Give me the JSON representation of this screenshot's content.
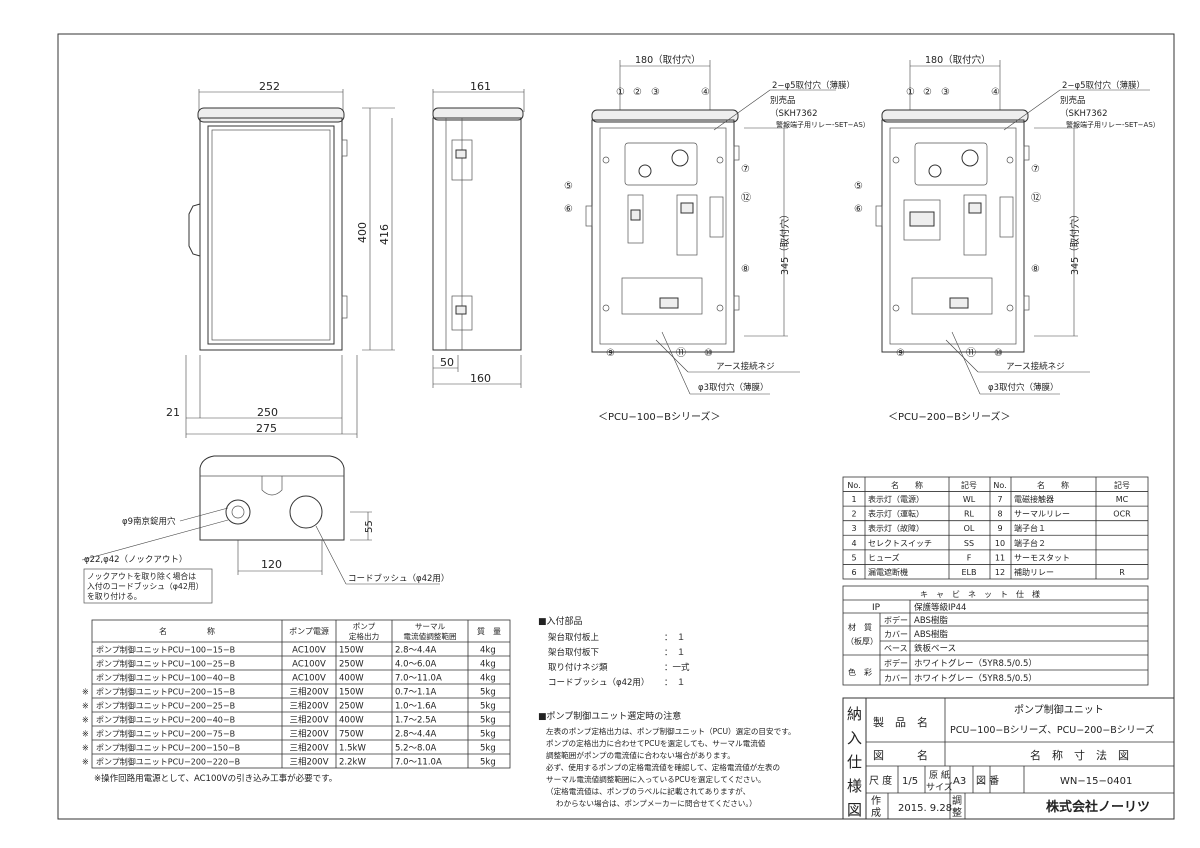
{
  "drawing": {
    "front_dims": {
      "width_top": "252",
      "width_inner": "250",
      "width_total": "275",
      "left_offset": "21"
    },
    "side_dims": {
      "depth": "161",
      "height_outer": "416",
      "height_inner": "400",
      "bottom_depth": "160",
      "bottom_small": "50"
    },
    "bottom_view": {
      "hole_label": "φ9南京錠用穴",
      "knock_label": "φ22,φ42（ノックアウト）",
      "knock_note": [
        "ノックアウトを取り除く場合は",
        "入付のコードブッシュ（φ42用）",
        "を取り付ける。"
      ],
      "dim_120": "120",
      "dim_55": "55",
      "bush_label": "コードブッシュ（φ42用）"
    },
    "series": [
      {
        "caption": "＜PCU−100−Bシリーズ＞",
        "dim_top": "180（取付穴）",
        "dim_side": "345（取付穴）",
        "hole_label": "2−φ5取付穴（薄膜）",
        "sep_label": "別売品",
        "sep_model": "（SKH7362",
        "sep_desc": "警報端子用リレー-SET−AS）",
        "earth": "アース接続ネジ",
        "bottom_hole": "φ3取付穴（薄膜）"
      },
      {
        "caption": "＜PCU−200−Bシリーズ＞",
        "dim_top": "180（取付穴）",
        "dim_side": "345（取付穴）",
        "hole_label": "2−φ5取付穴（薄膜）",
        "sep_label": "別売品",
        "sep_model": "（SKH7362",
        "sep_desc": "警報端子用リレー-SET−AS）",
        "earth": "アース接続ネジ",
        "bottom_hole": "φ3取付穴（薄膜）"
      }
    ],
    "callouts": [
      "①",
      "②",
      "③",
      "④",
      "⑤",
      "⑥",
      "⑦",
      "⑧",
      "⑨",
      "⑩",
      "⑪",
      "⑫"
    ]
  },
  "parts_table": {
    "headers": [
      "No.",
      "名　　称",
      "記号",
      "No.",
      "名　　称",
      "記号"
    ],
    "rows": [
      [
        "1",
        "表示灯（電源）",
        "WL",
        "7",
        "電磁接触器",
        "MC"
      ],
      [
        "2",
        "表示灯（運転）",
        "RL",
        "8",
        "サーマルリレー",
        "OCR"
      ],
      [
        "3",
        "表示灯（故障）",
        "OL",
        "9",
        "端子台１",
        ""
      ],
      [
        "4",
        "セレクトスイッチ",
        "SS",
        "10",
        "端子台２",
        ""
      ],
      [
        "5",
        "ヒューズ",
        "F",
        "11",
        "サーモスタット",
        ""
      ],
      [
        "6",
        "漏電遮断機",
        "ELB",
        "12",
        "補助リレー",
        "R"
      ]
    ]
  },
  "cabinet_spec": {
    "title": "キ　ャ　ビ　ネ　ッ　ト　仕　様",
    "ip_label": "IP",
    "ip_value": "保護等級IP44",
    "material_label": [
      "材　質",
      "（板厚）"
    ],
    "material_rows": [
      [
        "ボデー",
        "ABS樹脂"
      ],
      [
        "カバー",
        "ABS樹脂"
      ],
      [
        "ベース",
        "鉄板ベース"
      ]
    ],
    "color_label": "色　彩",
    "color_rows": [
      [
        "ボデー",
        "ホワイトグレー（5YR8.5/0.5）"
      ],
      [
        "カバー",
        "ホワイトグレー（5YR8.5/0.5）"
      ]
    ]
  },
  "product_table": {
    "headers": [
      "名　　　　　称",
      "ポンプ電源",
      "ポンプ\n定格出力",
      "サーマル\n電流値調整範囲",
      "質　量"
    ],
    "rows": [
      [
        "",
        "ポンプ制御ユニットPCU−100−15−B",
        "AC100V",
        "150W",
        "2.8〜4.4A",
        "4kg"
      ],
      [
        "",
        "ポンプ制御ユニットPCU−100−25−B",
        "AC100V",
        "250W",
        "4.0〜6.0A",
        "4kg"
      ],
      [
        "",
        "ポンプ制御ユニットPCU−100−40−B",
        "AC100V",
        "400W",
        "7.0〜11.0A",
        "4kg"
      ],
      [
        "※",
        "ポンプ制御ユニットPCU−200−15−B",
        "三相200V",
        "150W",
        "0.7〜1.1A",
        "5kg"
      ],
      [
        "※",
        "ポンプ制御ユニットPCU−200−25−B",
        "三相200V",
        "250W",
        "1.0〜1.6A",
        "5kg"
      ],
      [
        "※",
        "ポンプ制御ユニットPCU−200−40−B",
        "三相200V",
        "400W",
        "1.7〜2.5A",
        "5kg"
      ],
      [
        "※",
        "ポンプ制御ユニットPCU−200−75−B",
        "三相200V",
        "750W",
        "2.8〜4.4A",
        "5kg"
      ],
      [
        "※",
        "ポンプ制御ユニットPCU−200−150−B",
        "三相200V",
        "1.5kW",
        "5.2〜8.0A",
        "5kg"
      ],
      [
        "※",
        "ポンプ制御ユニットPCU−200−220−B",
        "三相200V",
        "2.2kW",
        "7.0〜11.0A",
        "5kg"
      ]
    ],
    "footnote": "※操作回路用電源として、AC100Vの引き込み工事が必要です。"
  },
  "accessories": {
    "title": "■入付部品",
    "rows": [
      [
        "架台取付板上",
        "：　１"
      ],
      [
        "架台取付板下",
        "：　１"
      ],
      [
        "取り付けネジ類",
        "：一式"
      ],
      [
        "コードブッシュ（φ42用）",
        "：　１"
      ]
    ]
  },
  "selection_notes": {
    "title": "■ポンプ制御ユニット選定時の注意",
    "lines": [
      "左表のポンプ定格出力は、ポンプ制御ユニット（PCU）選定の目安です。",
      "ポンプの定格出力に合わせてPCUを選定しても、サーマル電流値",
      "調整範囲がポンプの電流値に合わない場合があります。",
      "必ず、使用するポンプの定格電流値を確認して、定格電流値が左表の",
      "サーマル電流値調整範囲に入っているPCUを選定してください。",
      "（定格電流値は、ポンプのラベルに記載されてありますが、",
      "わからない場合は、ポンプメーカーに問合せてください。）"
    ]
  },
  "title_block": {
    "side": [
      "納",
      "入",
      "仕",
      "様",
      "図"
    ],
    "product_label": "製　品　名",
    "product_name": "ポンプ制御ユニット",
    "product_series": "PCU−100−Bシリーズ、PCU−200−Bシリーズ",
    "drawing_label": "図　　　名",
    "drawing_name": "名　称　寸　法　図",
    "scale_label": "尺 度",
    "scale_value": "1/5",
    "paper_label": [
      "原 紙",
      "サイズ"
    ],
    "paper_value": "A3",
    "number_label": "図 番",
    "number_value": "WN−15−0401",
    "made_label": [
      "作",
      "成"
    ],
    "made_value": "2015. 9.28",
    "adjust_label": [
      "調",
      "整"
    ],
    "company": "株式会社ノーリツ"
  }
}
